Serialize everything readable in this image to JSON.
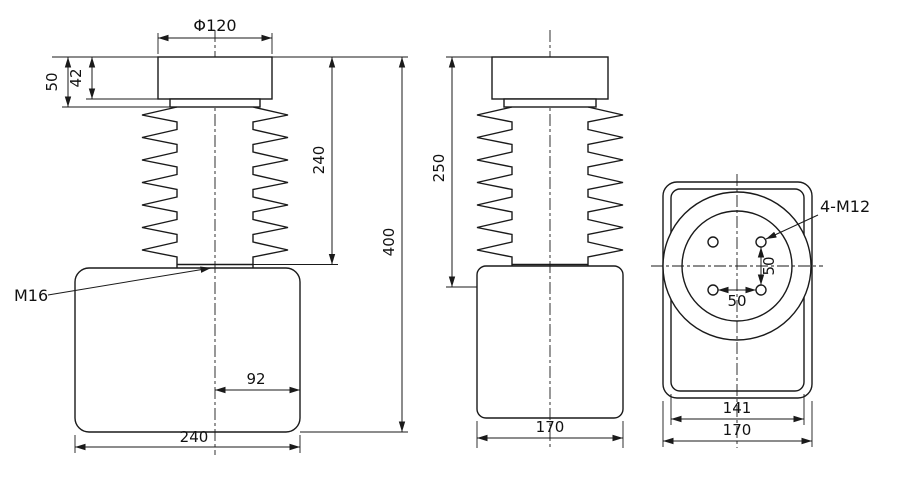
{
  "drawing": {
    "background": "#ffffff",
    "line_color": "#1a1a1a",
    "front": {
      "phi_label": "Φ120",
      "cap_height": "50",
      "cap_step": "42",
      "bellows_height": "240",
      "total_height": "400",
      "thread": "M16",
      "center_offset": "92",
      "base_width": "240"
    },
    "side": {
      "height": "250",
      "base_width": "170"
    },
    "back": {
      "holes_label": "4-M12",
      "hole_spacing_v": "50",
      "hole_spacing_h": "50",
      "inner_width": "141",
      "plate_width": "170"
    }
  }
}
